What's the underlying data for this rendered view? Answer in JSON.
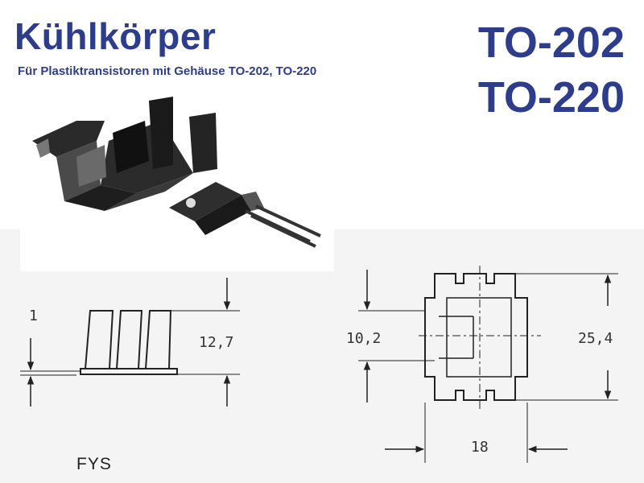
{
  "header": {
    "title": "Kühlkörper",
    "subtitle": "Für Plastiktransistoren mit Gehäuse TO-202, TO-220",
    "packages": [
      "TO-202",
      "TO-220"
    ]
  },
  "drawing": {
    "side_view": {
      "dims": {
        "thickness": "1",
        "height": "12,7"
      },
      "model": "FYS"
    },
    "top_view": {
      "dims": {
        "inner_width": "10,2",
        "length": "25,4",
        "width": "18"
      }
    }
  },
  "colors": {
    "title": "#2d3d8c",
    "drawing_background": "#f4f4f4",
    "line": "#222222"
  }
}
